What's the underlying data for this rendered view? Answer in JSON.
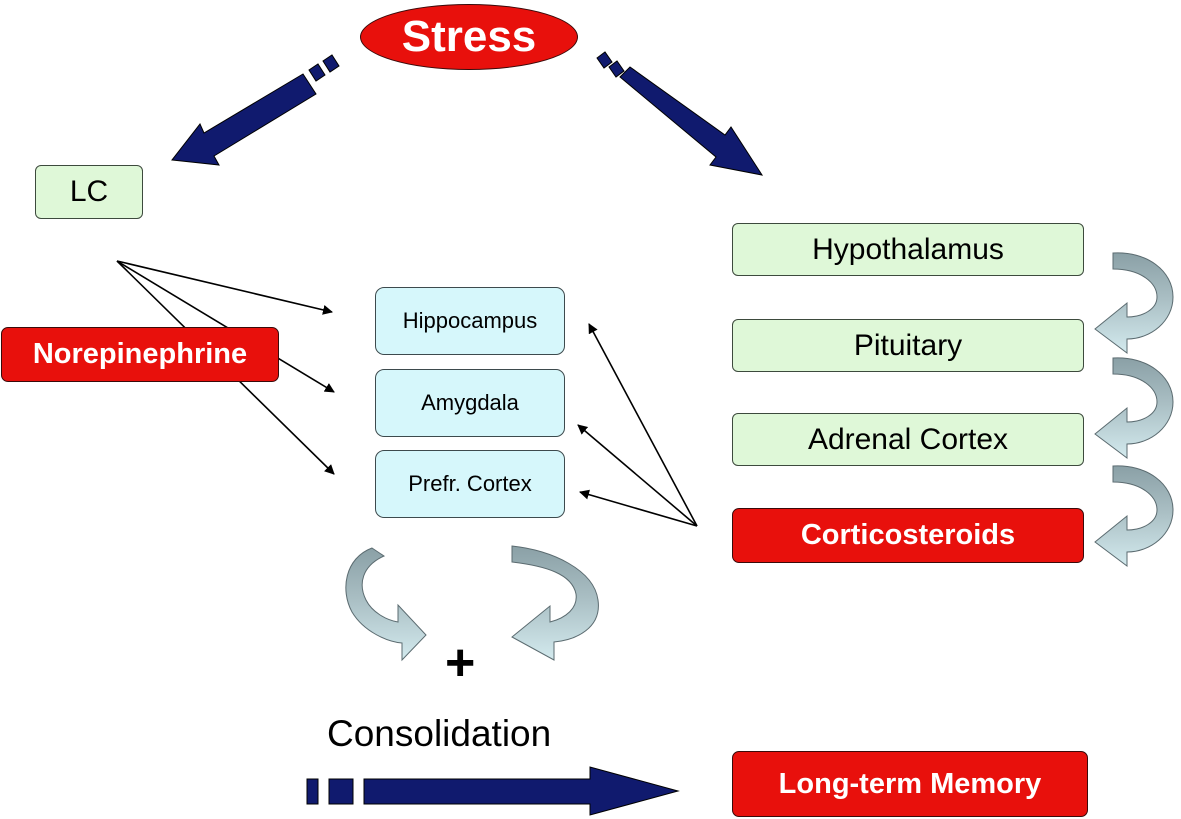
{
  "nodes": {
    "stress": "Stress",
    "lc": "LC",
    "norepinephrine": "Norepinephrine",
    "hippocampus": "Hippocampus",
    "amygdala": "Amygdala",
    "prefrontal_cortex": "Prefr. Cortex",
    "hypothalamus": "Hypothalamus",
    "pituitary": "Pituitary",
    "adrenal_cortex": "Adrenal Cortex",
    "corticosteroids": "Corticosteroids",
    "long_term_memory": "Long-term Memory"
  },
  "labels": {
    "plus": "+",
    "consolidation": "Consolidation"
  },
  "colors": {
    "red_box": "#e8100c",
    "green_box": "#dff8d8",
    "cyan_box": "#d6f7fb",
    "navy_arrow": "#101a6e",
    "curved_arrow_light": "#cfe6ea",
    "curved_arrow_dark": "#8aa0a6"
  }
}
